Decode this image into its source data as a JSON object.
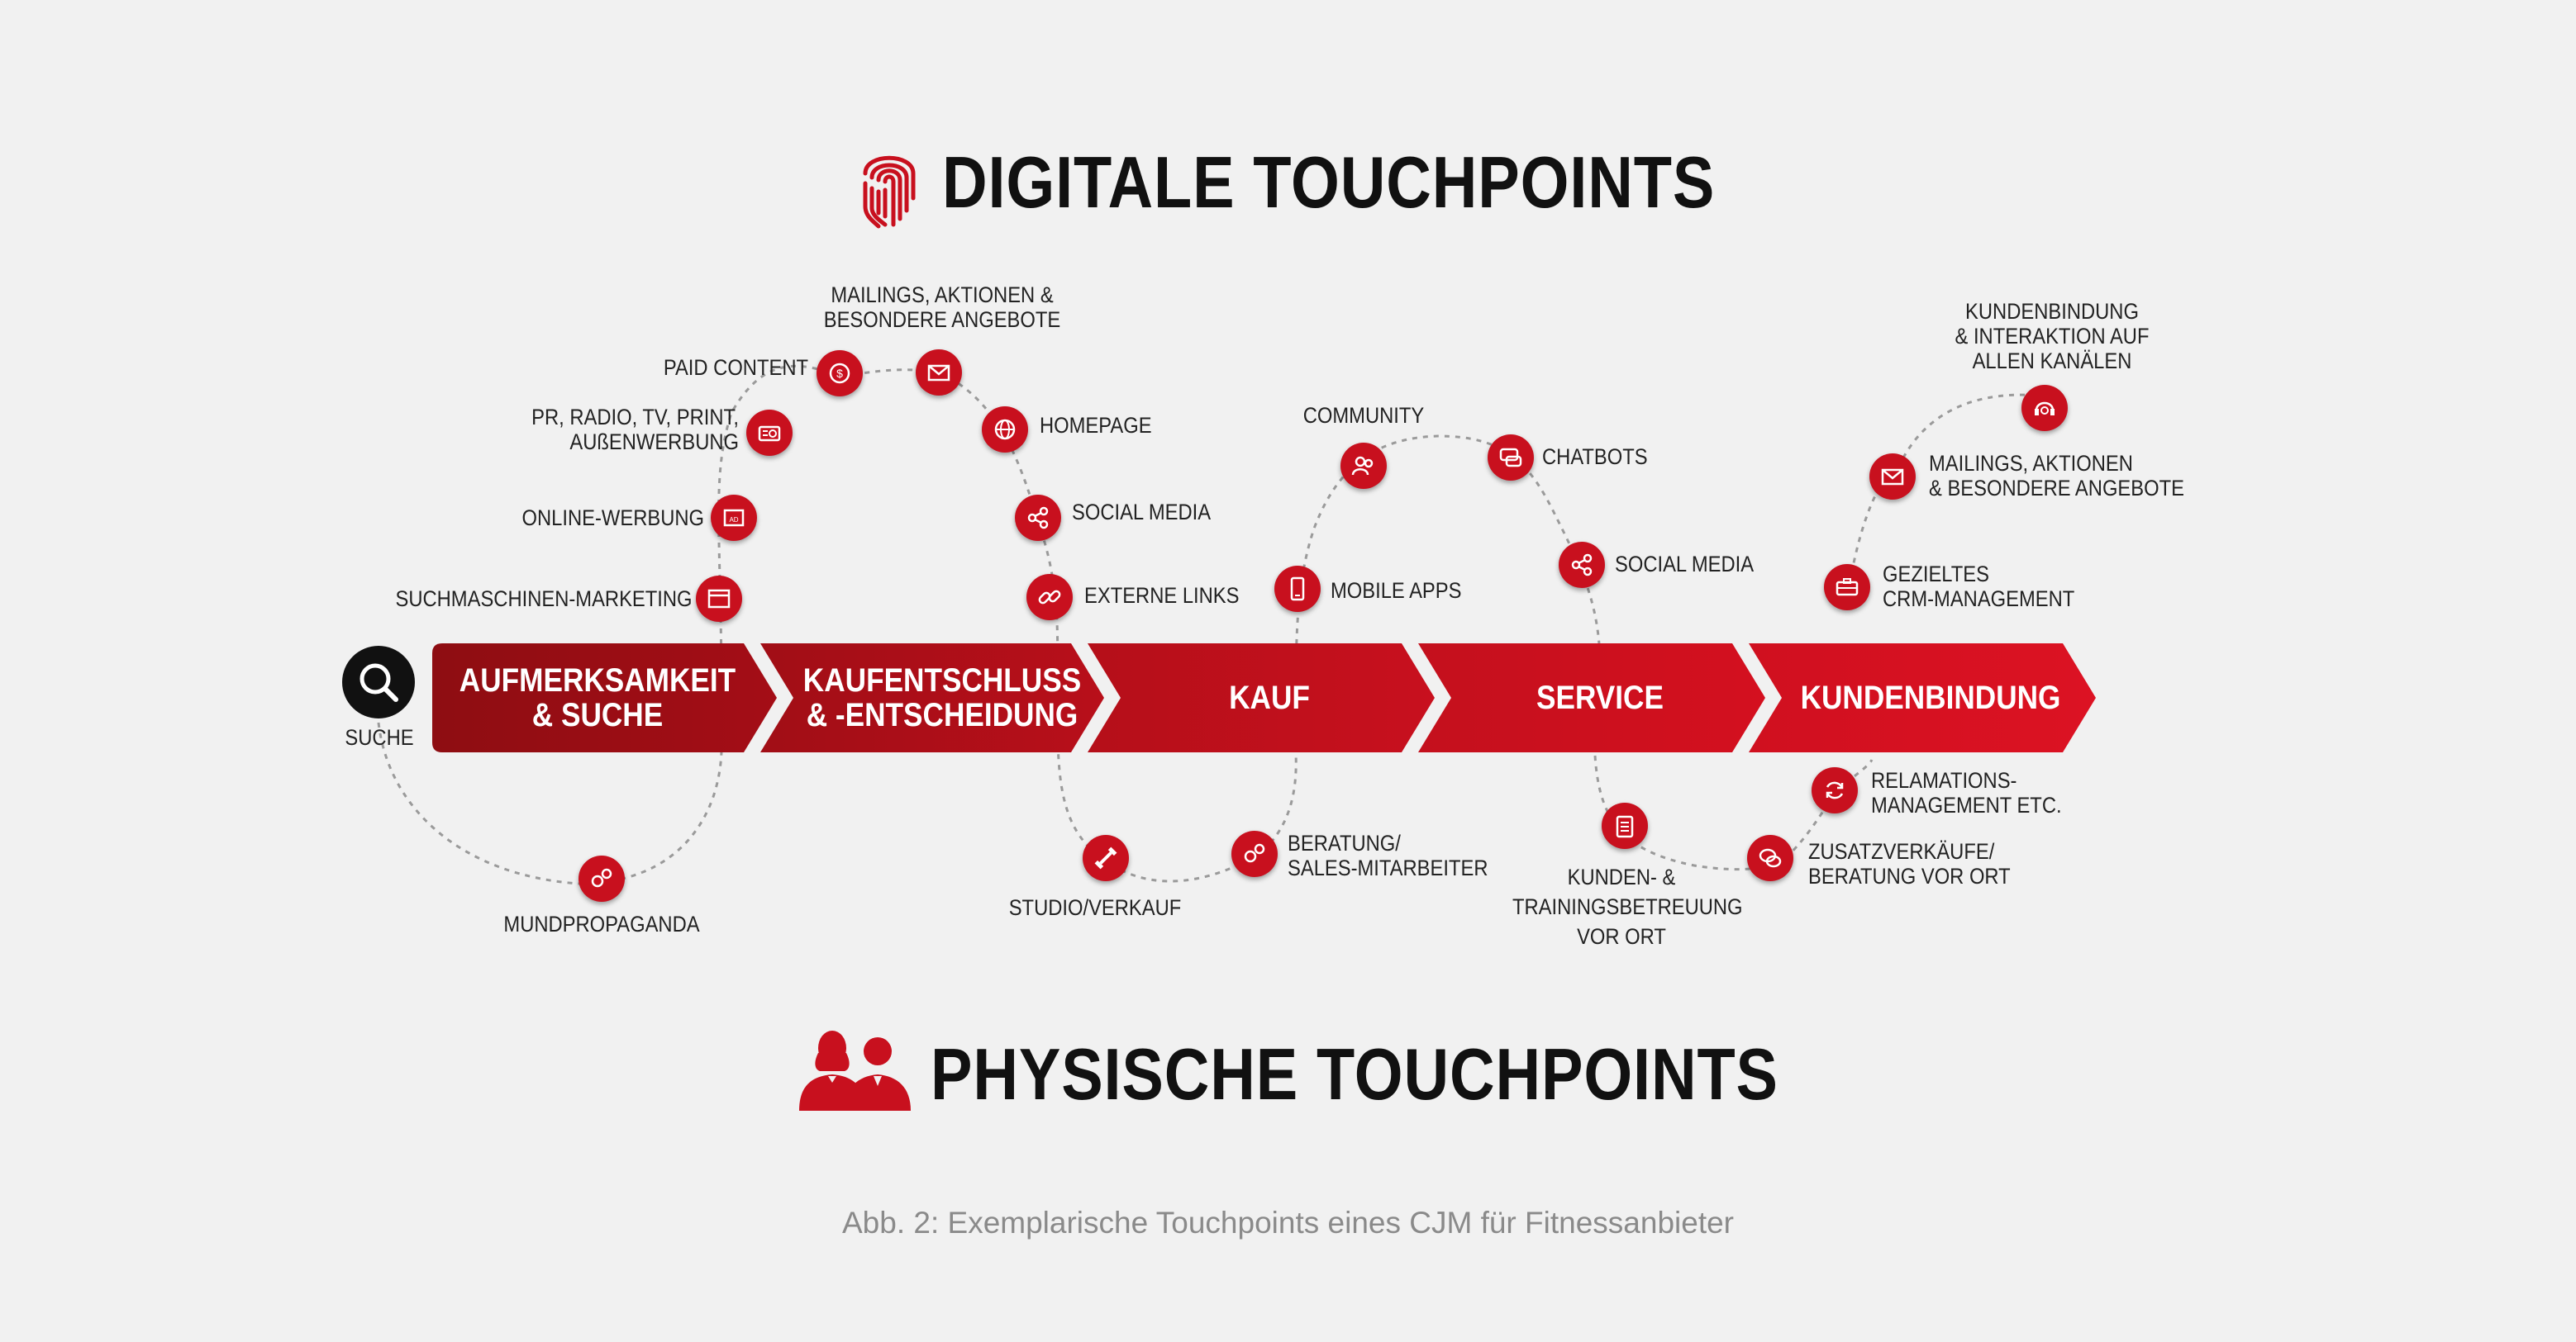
{
  "headings": {
    "digital": "DIGITALE TOUCHPOINTS",
    "physical": "PHYSISCHE TOUCHPOINTS"
  },
  "icons": {
    "digital": "fingerprint-icon",
    "physical": "people-icon",
    "start": "search-icon"
  },
  "colors": {
    "accent": "#c8101e",
    "stage_dark": "#8e0d12",
    "stage_light": "#d8101f",
    "text": "#111111",
    "path": "#9a9a9a"
  },
  "start_label": "SUCHE",
  "stages": [
    {
      "label": "AUFMERKSAMKEIT\n& SUCHE"
    },
    {
      "label": "KAUFENTSCHLUSS\n& -ENTSCHEIDUNG"
    },
    {
      "label": "KAUF"
    },
    {
      "label": "SERVICE"
    },
    {
      "label": "KUNDENBINDUNG"
    }
  ],
  "touchpoints": [
    {
      "id": "suchmaschinen",
      "label": "SUCHMASCHINEN-MARKETING",
      "icon": "browser-icon"
    },
    {
      "id": "online-werbung",
      "label": "ONLINE-WERBUNG",
      "icon": "ad-icon"
    },
    {
      "id": "pr-radio",
      "label": "PR, RADIO, TV, PRINT,\nAUßENWERBUNG",
      "icon": "radio-icon"
    },
    {
      "id": "paid-content",
      "label": "PAID CONTENT",
      "icon": "dollar-icon"
    },
    {
      "id": "mailings-1",
      "label": "MAILINGS, AKTIONEN &\nBESONDERE ANGEBOTE",
      "icon": "mail-icon"
    },
    {
      "id": "homepage",
      "label": "HOMEPAGE",
      "icon": "globe-icon"
    },
    {
      "id": "social-media-1",
      "label": "SOCIAL MEDIA",
      "icon": "share-icon"
    },
    {
      "id": "externe-links",
      "label": "EXTERNE LINKS",
      "icon": "link-icon"
    },
    {
      "id": "mundpropaganda",
      "label": "MUNDPROPAGANDA",
      "icon": "people-icon"
    },
    {
      "id": "studio",
      "label": "STUDIO/VERKAUF",
      "icon": "dumbbell-icon"
    },
    {
      "id": "beratung",
      "label": "BERATUNG/\nSALES-MITARBEITER",
      "icon": "people-icon"
    },
    {
      "id": "mobile-apps",
      "label": "MOBILE APPS",
      "icon": "phone-icon"
    },
    {
      "id": "community",
      "label": "COMMUNITY",
      "icon": "group-icon"
    },
    {
      "id": "chatbots",
      "label": "CHATBOTS",
      "icon": "chat-icon"
    },
    {
      "id": "social-media-2",
      "label": "SOCIAL MEDIA",
      "icon": "share-icon"
    },
    {
      "id": "kunden-betreuung",
      "label": "KUNDEN- &\nTRAININGSBETREUUNG\nVOR ORT",
      "icon": "clipboard-icon"
    },
    {
      "id": "gezieltes-crm",
      "label": "GEZIELTES\nCRM-MANAGEMENT",
      "icon": "briefcase-icon"
    },
    {
      "id": "mailings-2",
      "label": "MAILINGS, AKTIONEN\n& BESONDERE ANGEBOTE",
      "icon": "mail-icon"
    },
    {
      "id": "kundenbindung-tp",
      "label": "KUNDENBINDUNG\n& INTERAKTION AUF\nALLEN KANÄLEN",
      "icon": "headset-icon"
    },
    {
      "id": "reklamation",
      "label": "RELAMATIONS-\nMANAGEMENT ETC.",
      "icon": "refresh-icon"
    },
    {
      "id": "zusatzverkaeufe",
      "label": "ZUSATZVERKÄUFE/\nBERATUNG VOR ORT",
      "icon": "speech-icon"
    }
  ],
  "caption": "Abb. 2: Exemplarische Touchpoints eines CJM für Fitnessanbieter"
}
